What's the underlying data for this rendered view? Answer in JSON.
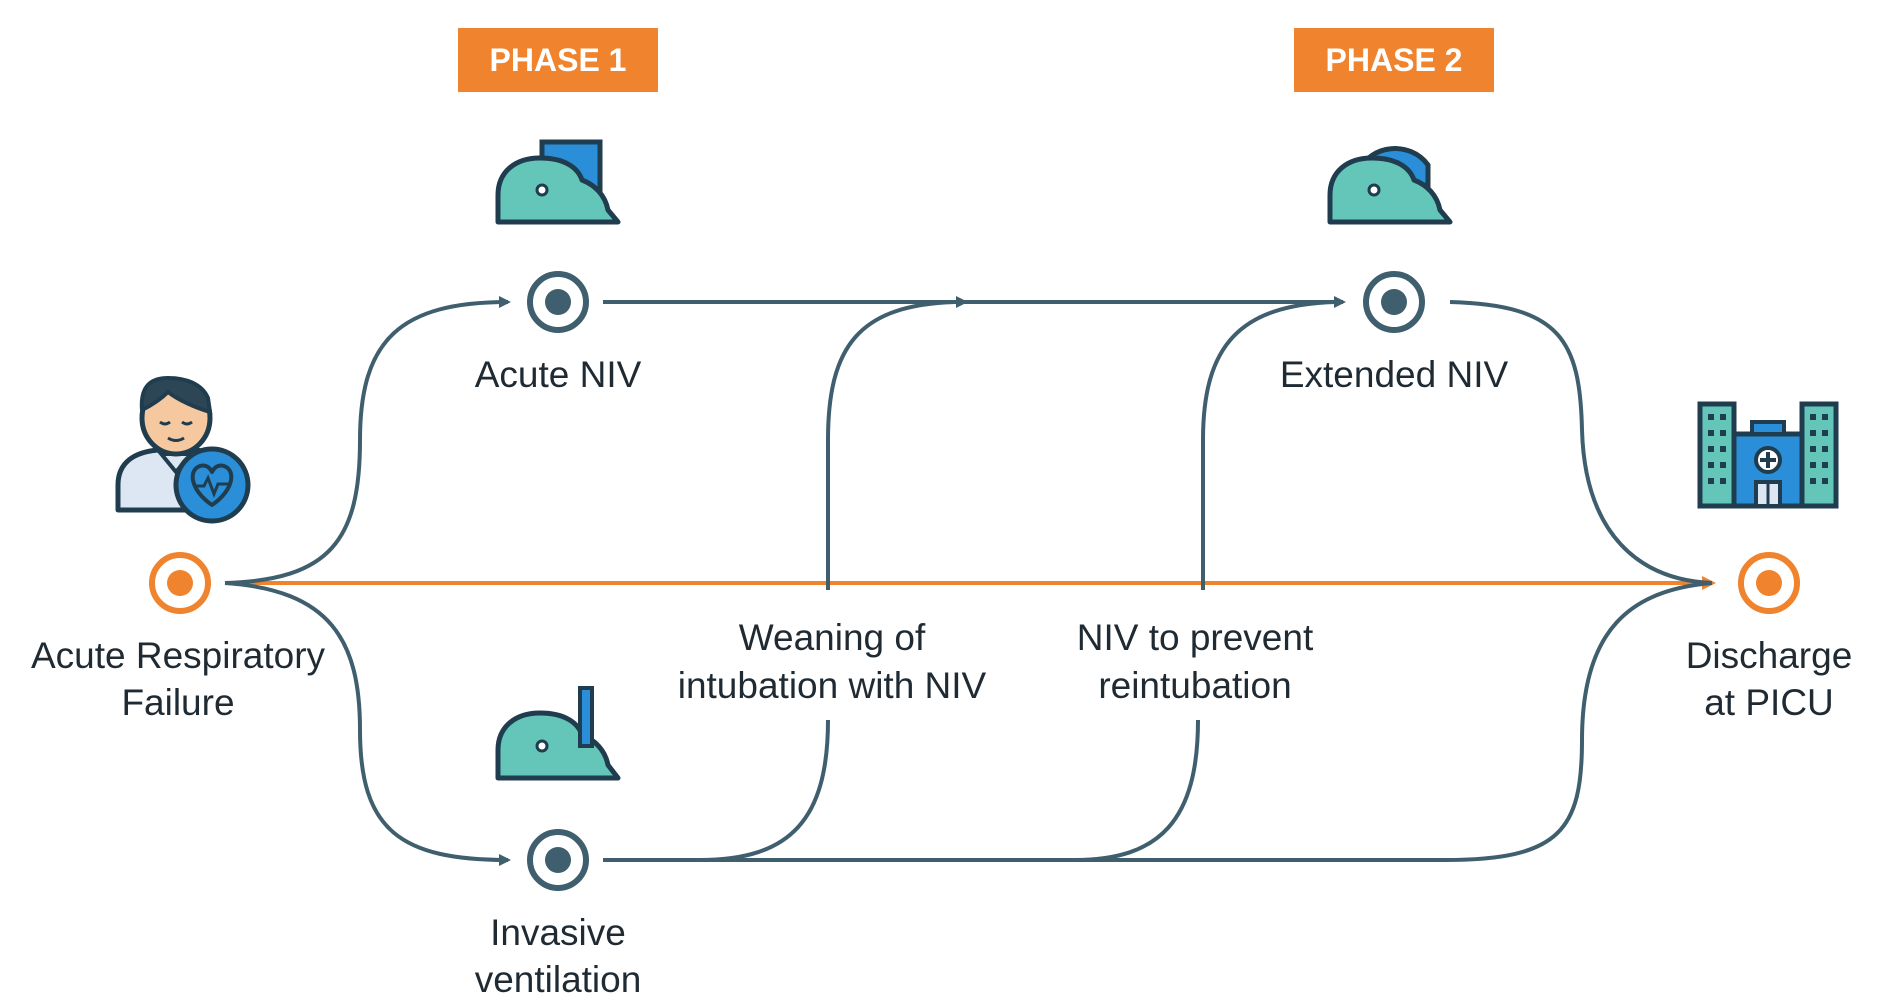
{
  "colors": {
    "accent_orange": "#f0832e",
    "flow_line": "#3f5e6e",
    "node_dark": "#3f5e6e",
    "teal_fill": "#64c6b9",
    "blue_fill": "#2a8fd8",
    "outline": "#1f3d4f"
  },
  "phases": [
    {
      "label": "PHASE 1"
    },
    {
      "label": "PHASE 2"
    }
  ],
  "nodes": {
    "start": {
      "lines": [
        "Acute Respiratory",
        "Failure"
      ],
      "icon": "patient-heart-icon"
    },
    "acute_niv": {
      "lines": [
        "Acute NIV"
      ],
      "icon": "patient-mask-icon"
    },
    "extended_niv": {
      "lines": [
        "Extended NIV"
      ],
      "icon": "patient-helmet-icon"
    },
    "invasive": {
      "lines": [
        "Invasive",
        "ventilation"
      ],
      "icon": "patient-intubated-icon"
    },
    "discharge": {
      "lines": [
        "Discharge",
        "at PICU"
      ],
      "icon": "hospital-icon"
    }
  },
  "transitions": {
    "weaning": {
      "lines": [
        "Weaning of",
        "intubation with NIV"
      ]
    },
    "prevent": {
      "lines": [
        "NIV to prevent",
        "reintubation"
      ]
    }
  }
}
